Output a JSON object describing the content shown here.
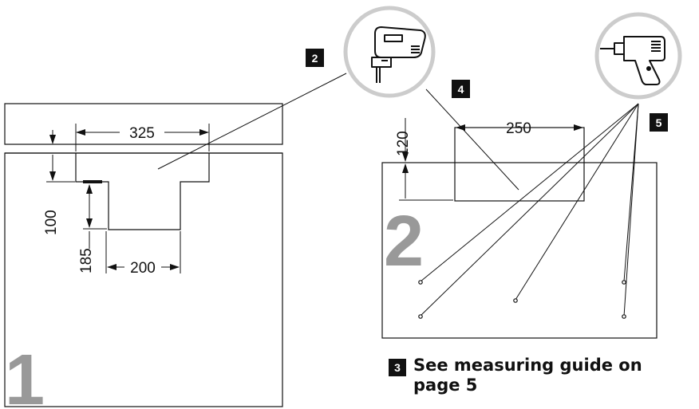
{
  "panel1": {
    "number": "1",
    "dimensions": {
      "width_top": "325",
      "height_step": "100",
      "height_lower": "185",
      "width_bottom": "200"
    }
  },
  "panel2": {
    "number": "2",
    "dimensions": {
      "width": "250",
      "height": "120"
    }
  },
  "callouts": {
    "jigsaw": "2",
    "cutout": "4",
    "drill": "5",
    "guide": "3"
  },
  "note": {
    "badge": "3",
    "text": "See measuring guide on page 5"
  },
  "icons": [
    "jigsaw-icon",
    "drill-icon"
  ],
  "colors": {
    "line": "#111111",
    "panel_number": "#999999",
    "badge": "#111111",
    "icon_circle": "#cccccc"
  }
}
